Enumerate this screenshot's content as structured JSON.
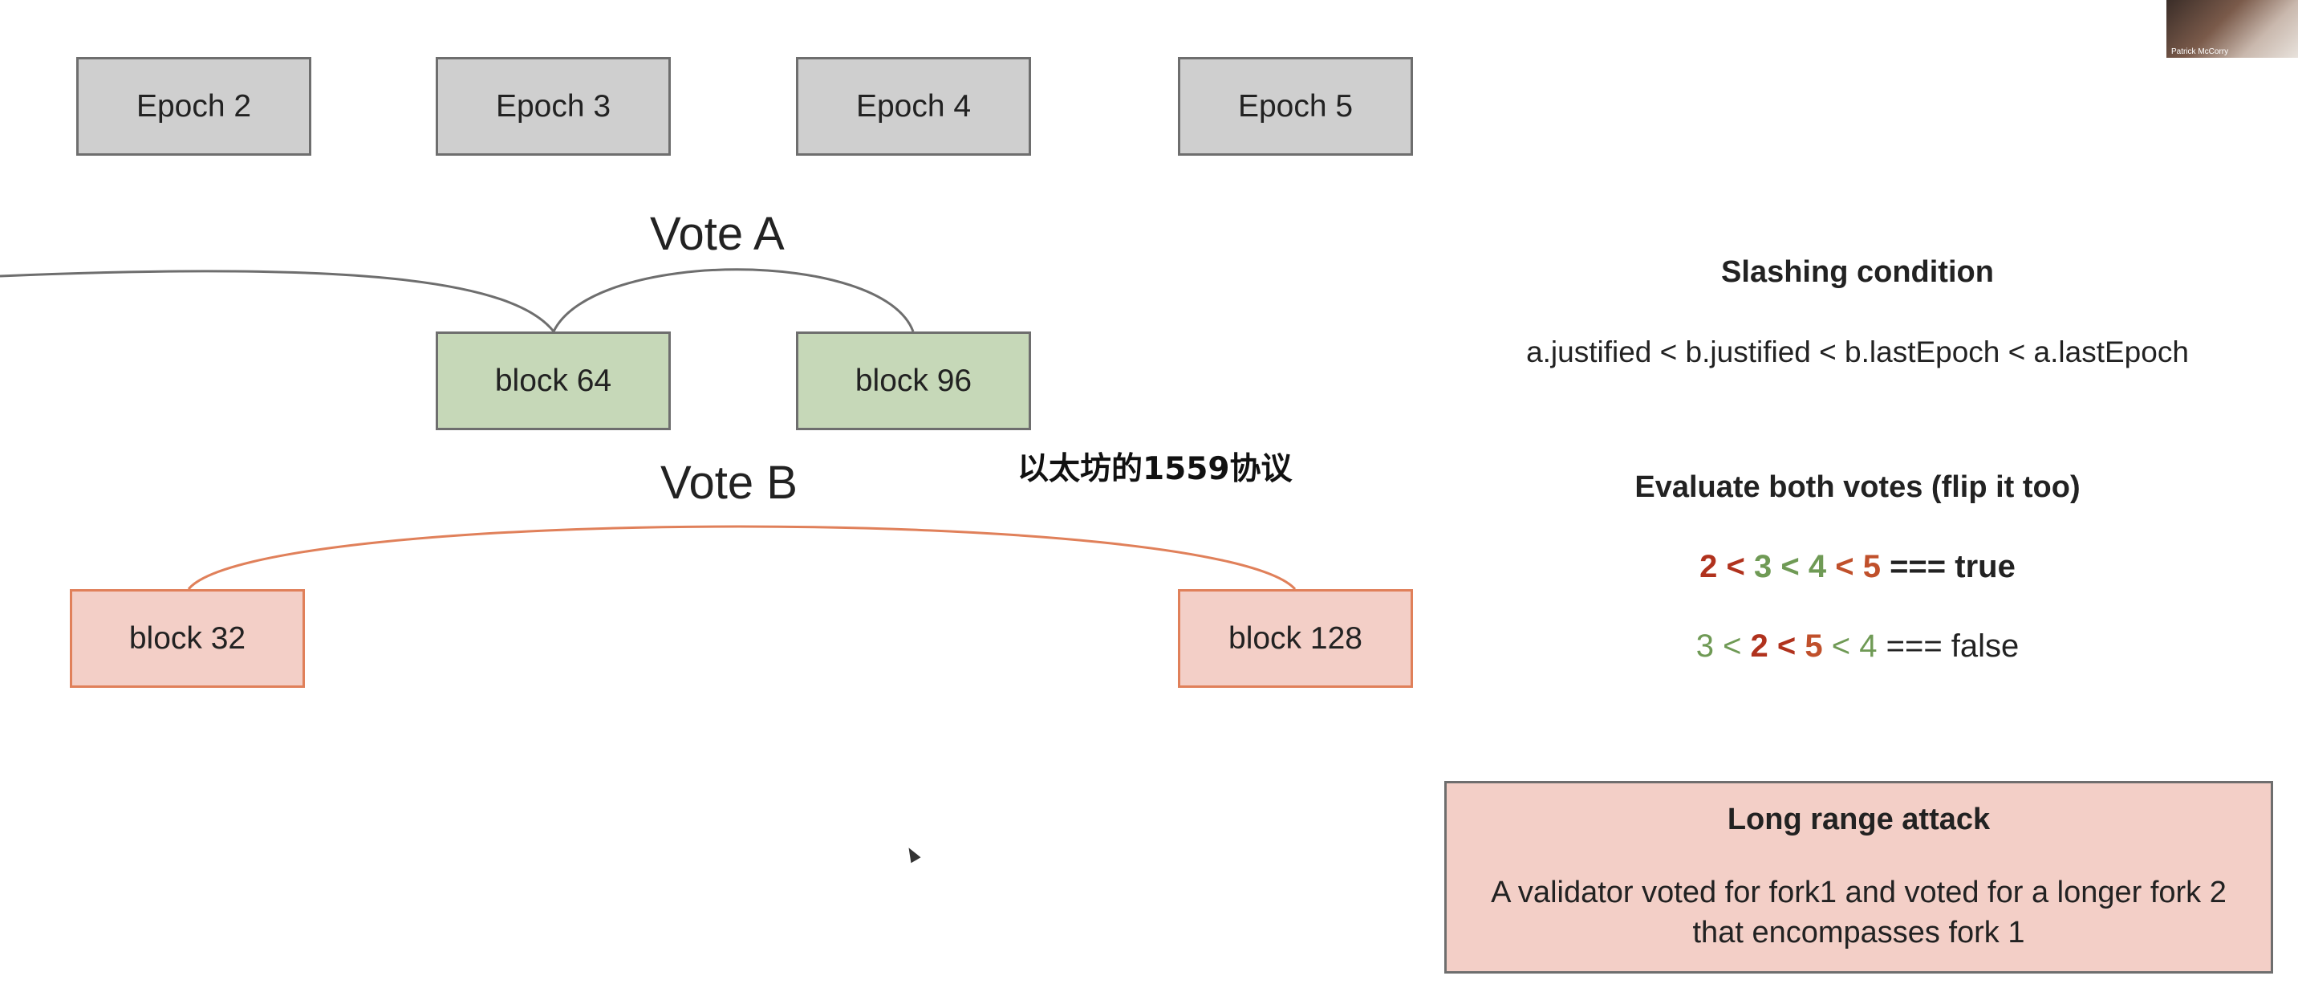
{
  "epochs": [
    "Epoch 2",
    "Epoch 3",
    "Epoch 4",
    "Epoch 5"
  ],
  "vote_a": {
    "label": "Vote A",
    "source": "block 64",
    "target": "block 96"
  },
  "vote_b": {
    "label": "Vote B",
    "source": "block 32",
    "target": "block 128"
  },
  "slashing": {
    "title": "Slashing condition",
    "expression": "a.justified < b.justified < b.lastEpoch < a.lastEpoch"
  },
  "evaluation": {
    "title": "Evaluate both votes (flip it too)",
    "row1": {
      "n1": "2",
      "op1": " < ",
      "n2": "3",
      "op2": " < ",
      "n3": "4",
      "op3": " < ",
      "n4": "5",
      "result": " === true"
    },
    "row2": {
      "n1": "3",
      "op1": " < ",
      "n2": "2",
      "op2": " < ",
      "n3": "5",
      "op3": " < ",
      "n4": "4",
      "result": " === false"
    }
  },
  "attack": {
    "title": "Long range attack",
    "body": "A validator voted for fork1 and voted for a longer fork 2 that encompasses fork 1"
  },
  "subtitle": "以太坊的1559协议",
  "webcam": {
    "name": "Patrick McCorry"
  },
  "colors": {
    "epoch_fill": "#cfcfcf",
    "green_fill": "#c6d8b8",
    "red_fill": "#f3cfc7",
    "red_border": "#e0805a",
    "arc_b": "#e0805a"
  }
}
